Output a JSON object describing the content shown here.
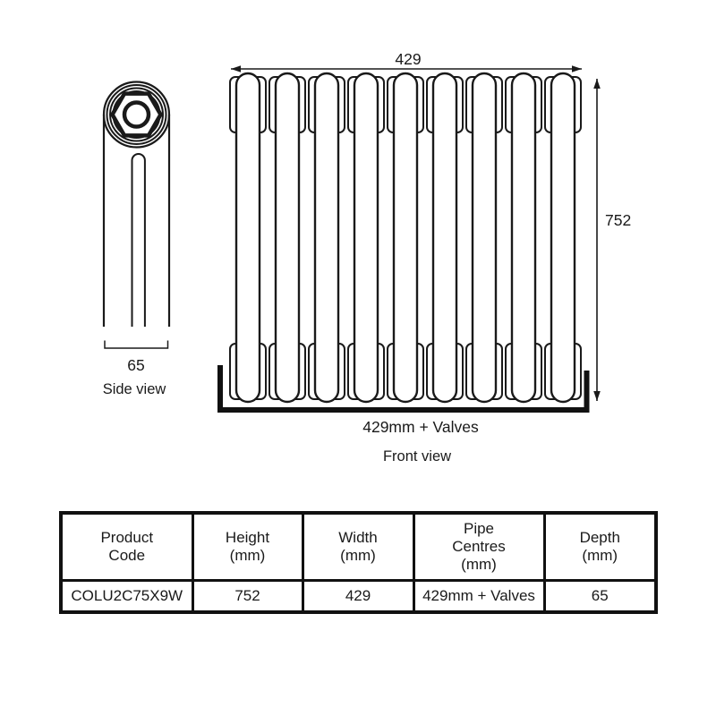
{
  "side_view": {
    "label": "Side view",
    "depth_dim": "65"
  },
  "front_view": {
    "label": "Front view",
    "width_dim": "429",
    "height_dim": "752",
    "pipe_centres_dim": "429mm + Valves",
    "section_count": 9
  },
  "table": {
    "headers": [
      "Product\nCode",
      "Height\n(mm)",
      "Width\n(mm)",
      "Pipe\nCentres\n(mm)",
      "Depth\n(mm)"
    ],
    "row": [
      "COLU2C75X9W",
      "752",
      "429",
      "429mm + Valves",
      "65"
    ]
  },
  "colors": {
    "line": "#1a1a1a",
    "bracket": "#111111",
    "background": "#ffffff"
  }
}
